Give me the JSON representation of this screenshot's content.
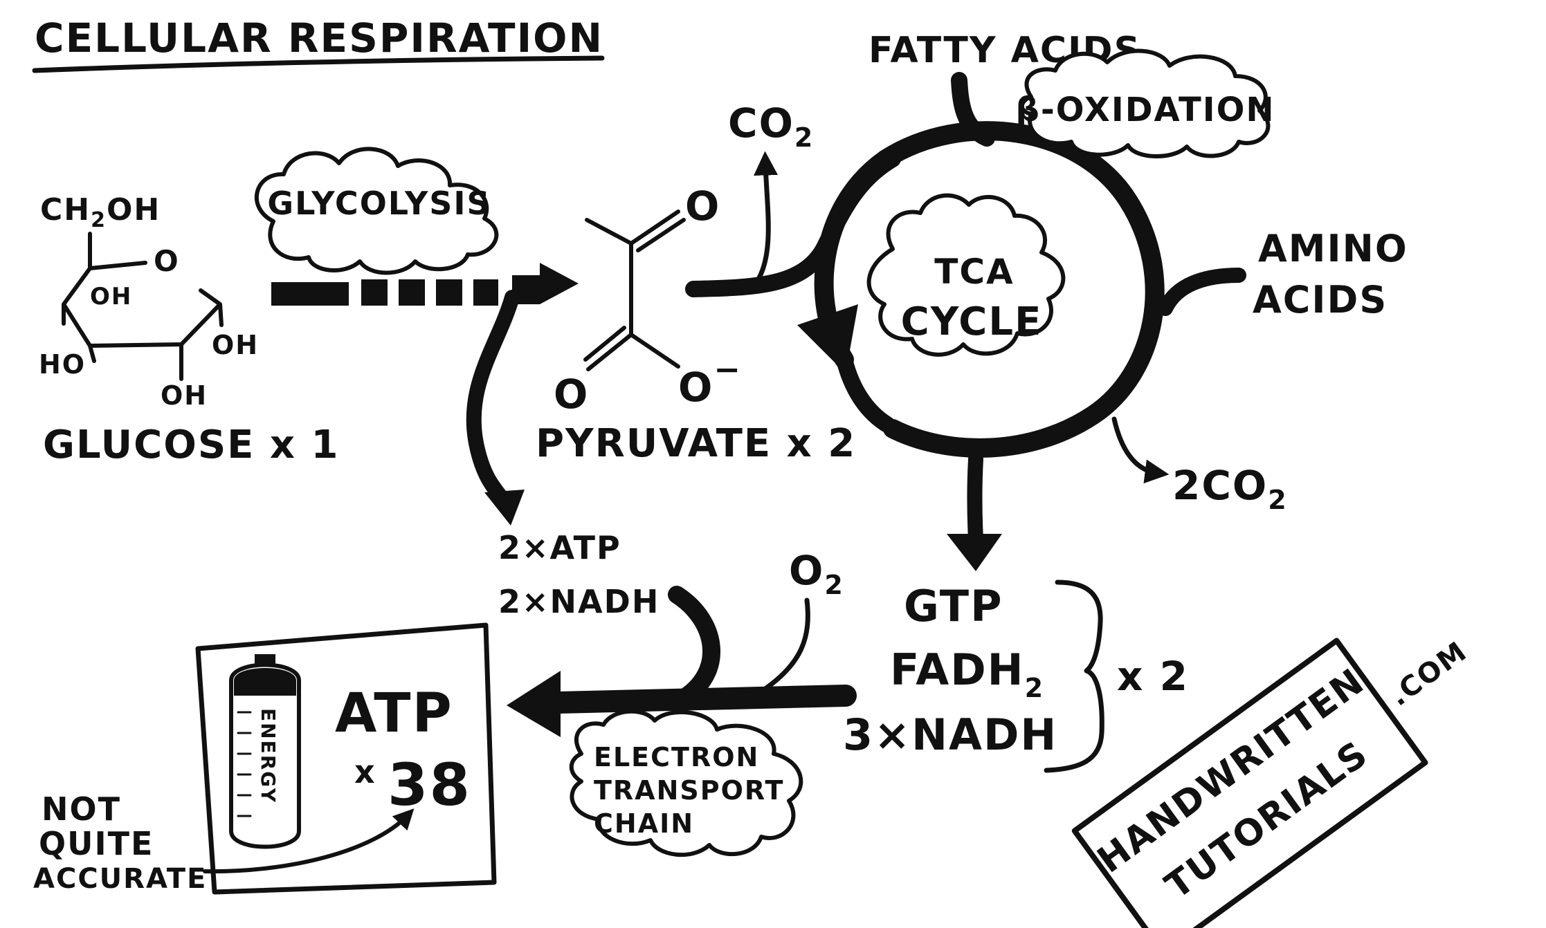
{
  "title": "CELLULAR RESPIRATION",
  "glucose": {
    "groups": {
      "ch2oh": "CH",
      "ch2oh_sub": "2",
      "ch2oh_tail": "OH",
      "ring_o": "O",
      "oh1": "OH",
      "oh2": "OH",
      "oh3": "OH",
      "ho": "HO"
    },
    "label": "GLUCOSE x 1"
  },
  "glycolysis": "GLYCOLYSIS",
  "glycolysis_yield": {
    "line1": "2×ATP",
    "line2": "2×NADH"
  },
  "pyruvate": {
    "o_top": "O",
    "o_left": "O",
    "o_minus": "O",
    "charge": "−",
    "label": "PYRUVATE x 2"
  },
  "co2_top": {
    "text": "CO",
    "sub": "2"
  },
  "fatty_acids": "FATTY ACIDS",
  "beta_oxidation": "β-OXIDATION",
  "tca": {
    "line1": "TCA",
    "line2": "CYCLE"
  },
  "amino_acids": {
    "line1": "AMINO",
    "line2": "ACIDS"
  },
  "co2_right": {
    "text": "2CO",
    "sub": "2"
  },
  "tca_yield": {
    "gtp": "GTP",
    "fadh": "FADH",
    "fadh_sub": "2",
    "nadh": "3×NADH",
    "multiplier": "x 2"
  },
  "o2": {
    "text": "O",
    "sub": "2"
  },
  "etc": {
    "line1": "ELECTRON",
    "line2": "TRANSPORT",
    "line3": "CHAIN"
  },
  "result": {
    "battery_label": "ENERGY",
    "atp": "ATP",
    "count_x": "x",
    "count": "38"
  },
  "note": {
    "line1": "NOT",
    "line2": "QUITE",
    "line3": "ACCURATE"
  },
  "watermark": {
    "line1": "HANDWRITTEN",
    "line2": "TUTORIALS",
    "dotcom": ".COM"
  }
}
